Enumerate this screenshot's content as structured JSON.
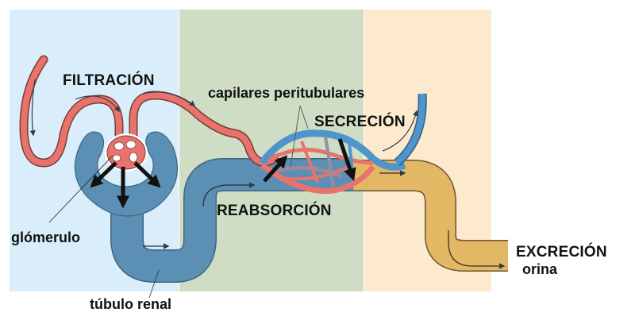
{
  "title": "Nephron processes: filtration, reabsorption, secretion, excretion",
  "zones": [
    {
      "name": "filtration-zone",
      "color": "#d9eefa"
    },
    {
      "name": "reabsorption-zone",
      "color": "#d0ddc5"
    },
    {
      "name": "secretion-zone",
      "color": "#fde9cd"
    }
  ],
  "colors": {
    "artery": "#e8736c",
    "artery_edge": "#7a3a35",
    "vein": "#4f95cc",
    "tubule": "#5b8fb3",
    "tubule_edge": "#3e6680",
    "collecting": "#e3b865",
    "collecting_edge": "#6b5430",
    "arrow": "#111111"
  },
  "labels": {
    "filtration": "FILTRACIÓN",
    "capillaries": "capilares peritubulares",
    "secretion": "SECRECIÓN",
    "reabsorption": "REABSORCIÓN",
    "glomerulus": "glómerulo",
    "renal_tubule": "túbulo renal",
    "excretion": "EXCRECIÓN",
    "urine": "orina"
  }
}
